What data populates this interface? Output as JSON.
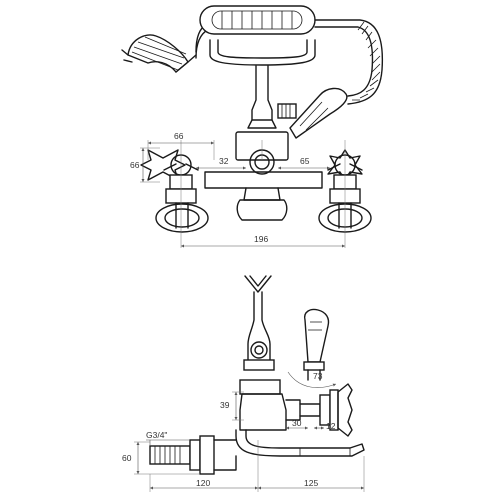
{
  "dimensions": {
    "top_left_width": "66",
    "top_left_height": "66",
    "top_center": "32",
    "top_right": "65",
    "top_overall": "196",
    "side_thread": "G3/4\"",
    "side_height_60": "60",
    "side_height_39": "39",
    "side_73": "73",
    "side_30": "30",
    "side_12": "12",
    "side_120": "120",
    "side_125": "125"
  },
  "colors": {
    "line": "#1a1a1a",
    "dimension": "#555555",
    "background": "#ffffff"
  }
}
